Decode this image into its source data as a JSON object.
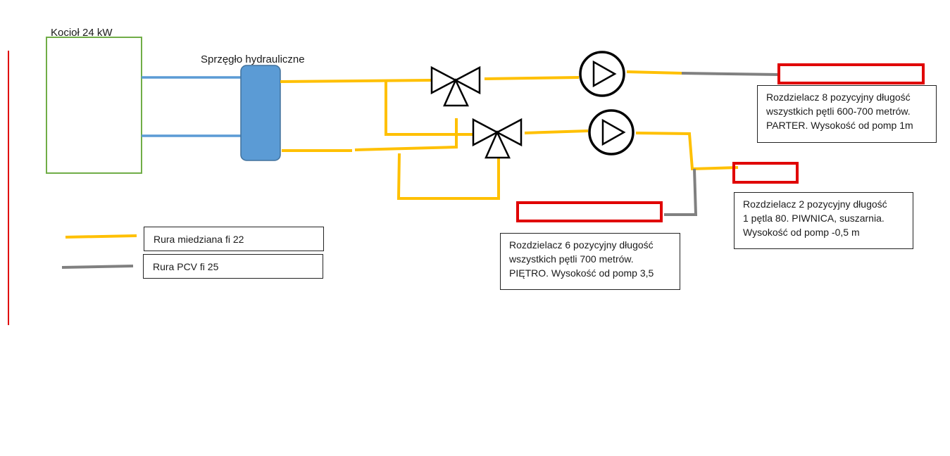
{
  "diagram": {
    "boiler": {
      "label": "Kocioł 24 kW",
      "border_color": "#70ad47"
    },
    "coupler": {
      "label": "Sprzęgło hydrauliczne",
      "fill_color": "#5b9bd5"
    },
    "manifolds": [
      {
        "lines": [
          "Rozdzielacz 8 pozycyjny długość",
          "wszystkich pętli 600-700 metrów.",
          "PARTER. Wysokość od pomp 1m"
        ]
      },
      {
        "lines": [
          "Rozdzielacz  2 pozycyjny długość",
          "1 pętla 80. PIWNICA, suszarnia.",
          "Wysokość od pomp -0,5 m"
        ]
      },
      {
        "lines": [
          "Rozdzielacz 6 pozycyjny długość",
          "wszystkich pętli 700 metrów.",
          "PIĘTRO. Wysokość od pomp 3,5"
        ]
      }
    ],
    "legend": [
      {
        "label": "Rura miedziana fi 22",
        "color": "#ffc000"
      },
      {
        "label": "Rura PCV  fi 25",
        "color": "#808080"
      }
    ],
    "colors": {
      "copper_pipe": "#ffc000",
      "pvc_pipe": "#808080",
      "boiler_pipe": "#5b9bd5",
      "manifold_outline": "#e00000",
      "left_edge_line": "#e00000"
    },
    "icons": [
      "three-way-valve-icon",
      "circulation-pump-icon"
    ]
  }
}
